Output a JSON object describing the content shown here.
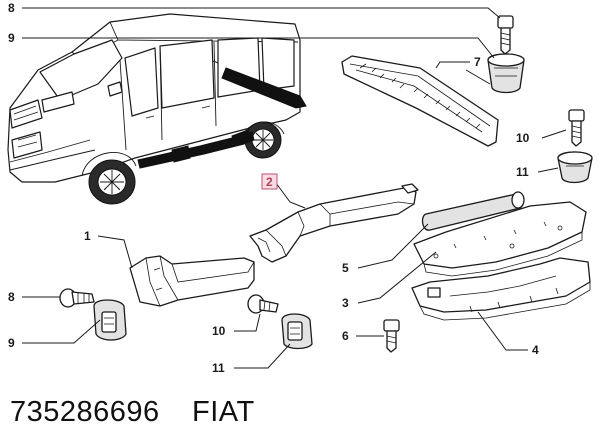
{
  "callouts": {
    "c8_top": "8",
    "c9_top": "9",
    "c7": "7",
    "c10_right": "10",
    "c11_right": "11",
    "c2": "2",
    "c1": "1",
    "c5": "5",
    "c3": "3",
    "c8_left": "8",
    "c9_left": "9",
    "c10_mid": "10",
    "c11_mid": "11",
    "c6": "6",
    "c4": "4"
  },
  "footer": {
    "part_number": "735286696",
    "brand": "FIAT"
  },
  "colors": {
    "highlight_fill": "#f8dce4",
    "highlight_stroke": "#c0506e"
  }
}
